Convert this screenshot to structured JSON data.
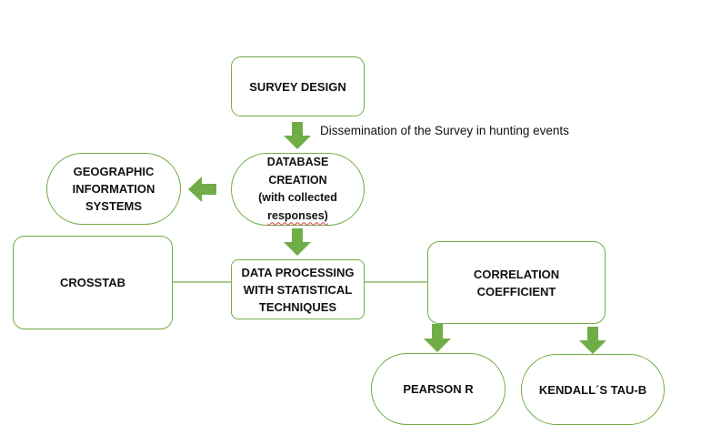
{
  "nodes": {
    "survey_design": "SURVEY DESIGN",
    "database_creation": {
      "line1": "DATABASE",
      "line2": "CREATION",
      "line3": "(with collected",
      "line4": "responses)"
    },
    "gis": {
      "line1": "GEOGRAPHIC",
      "line2": "INFORMATION",
      "line3": "SYSTEMS"
    },
    "crosstab": "CROSSTAB",
    "data_processing": {
      "line1": "DATA PROCESSING",
      "line2": "WITH STATISTICAL",
      "line3": "TECHNIQUES"
    },
    "correlation": {
      "line1": "CORRELATION",
      "line2": "COEFFICIENT"
    },
    "pearson": "PEARSON R",
    "kendall": "KENDALL´S TAU-B"
  },
  "edge_labels": {
    "dissemination": "Dissemination of the Survey in hunting events"
  },
  "colors": {
    "border": "#70ad47",
    "arrow": "#70ad47",
    "text": "#111111"
  }
}
